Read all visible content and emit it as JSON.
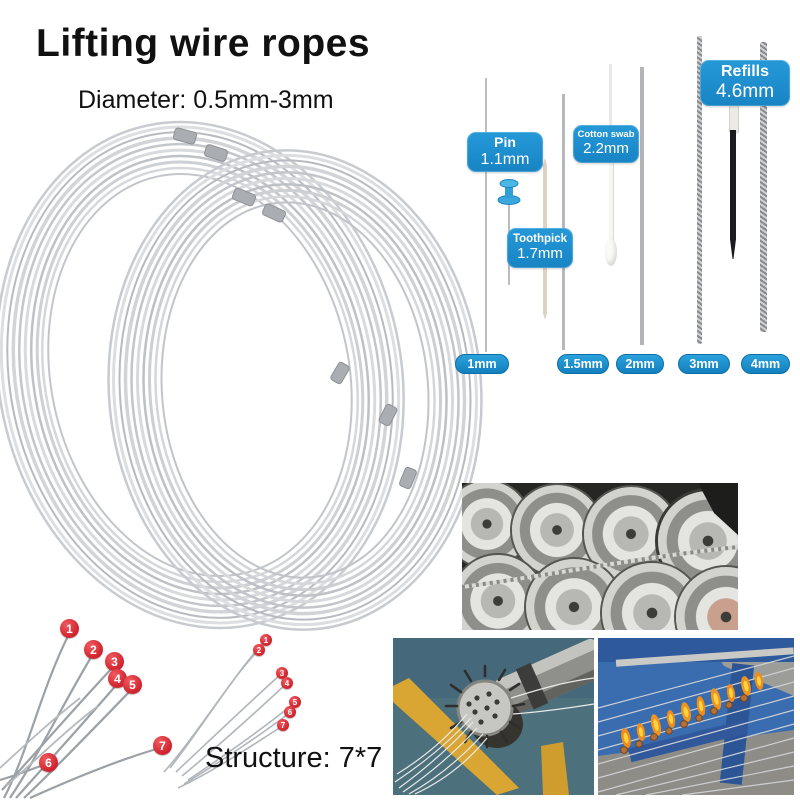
{
  "header": {
    "title": "Lifting wire ropes",
    "subtitle": "Diameter: 0.5mm-3mm"
  },
  "comparison": {
    "label_bg": "#1c8fd2",
    "items": [
      {
        "name": "Pin",
        "size": "1.1mm"
      },
      {
        "name": "Toothpick",
        "size": "1.7mm"
      },
      {
        "name": "Cotton swab",
        "size": "2.2mm"
      },
      {
        "name": "Refills",
        "size": "4.6mm"
      }
    ],
    "sizes": [
      "1mm",
      "1.5mm",
      "2mm",
      "3mm",
      "4mm"
    ]
  },
  "structure": {
    "label": "Structure: 7*7",
    "marker_color": "#d42430",
    "left_markers": [
      "1",
      "2",
      "3",
      "4",
      "5",
      "6",
      "7"
    ],
    "right_markers": [
      "1",
      "2",
      "3",
      "4",
      "5",
      "6",
      "7"
    ]
  },
  "photos": {
    "rollers": "wire-rope-forming-rollers",
    "stranding": "stranding-machine-die",
    "annealing": "wire-annealing-flames"
  }
}
